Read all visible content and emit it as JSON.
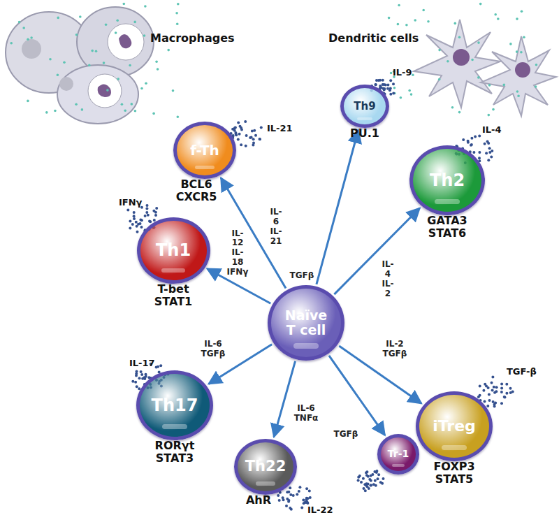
{
  "diagram": {
    "nodes": [
      {
        "text": [
          "f-Th",
          "BCL6 CXCR5"
        ]
      },
      {
        "text": [
          "Th9",
          "PU.1"
        ]
      },
      {
        "text": [
          "Th1",
          "T-bet STAT1"
        ]
      },
      {
        "text": [
          "Th2",
          "GATA3 STAT6"
        ]
      },
      {
        "text": [
          "Naïve T cell"
        ]
      },
      {
        "text": [
          "Th17",
          "RORγt STAT3"
        ]
      },
      {
        "text": [
          "Th22",
          "AhR"
        ]
      },
      {
        "text": [
          "Tr-1"
        ]
      },
      {
        "text": [
          "iTreg",
          "FOXP3 STAT5"
        ]
      }
    ],
    "edges": [
      {
        "from": 4,
        "to": 0,
        "label": "IL-6 IL-21",
        "arrow": "to"
      },
      {
        "from": 4,
        "to": 1,
        "label": "TGFβ",
        "arrow": "to"
      },
      {
        "from": 4,
        "to": 3,
        "label": "IL-4 IL-2",
        "arrow": "to"
      },
      {
        "from": 4,
        "to": 2,
        "label": "IL-12 IL-18 IFNγ",
        "arrow": "to"
      },
      {
        "from": 4,
        "to": 5,
        "label": "IL-6 TGFβ",
        "arrow": "to"
      },
      {
        "from": 4,
        "to": 6,
        "label": "IL-6 TNFα",
        "arrow": "to"
      },
      {
        "from": 4,
        "to": 7,
        "label": "TGFβ",
        "arrow": "to"
      },
      {
        "from": 4,
        "to": 8,
        "label": "IL-2 TGFβ",
        "arrow": "to"
      }
    ],
    "labels": [
      "Macrophages",
      "Dendritic cells",
      "IL-21",
      "IL-9",
      "IL-4",
      "IFNγ",
      "IL-17",
      "IL-22",
      "TGF-β"
    ]
  }
}
